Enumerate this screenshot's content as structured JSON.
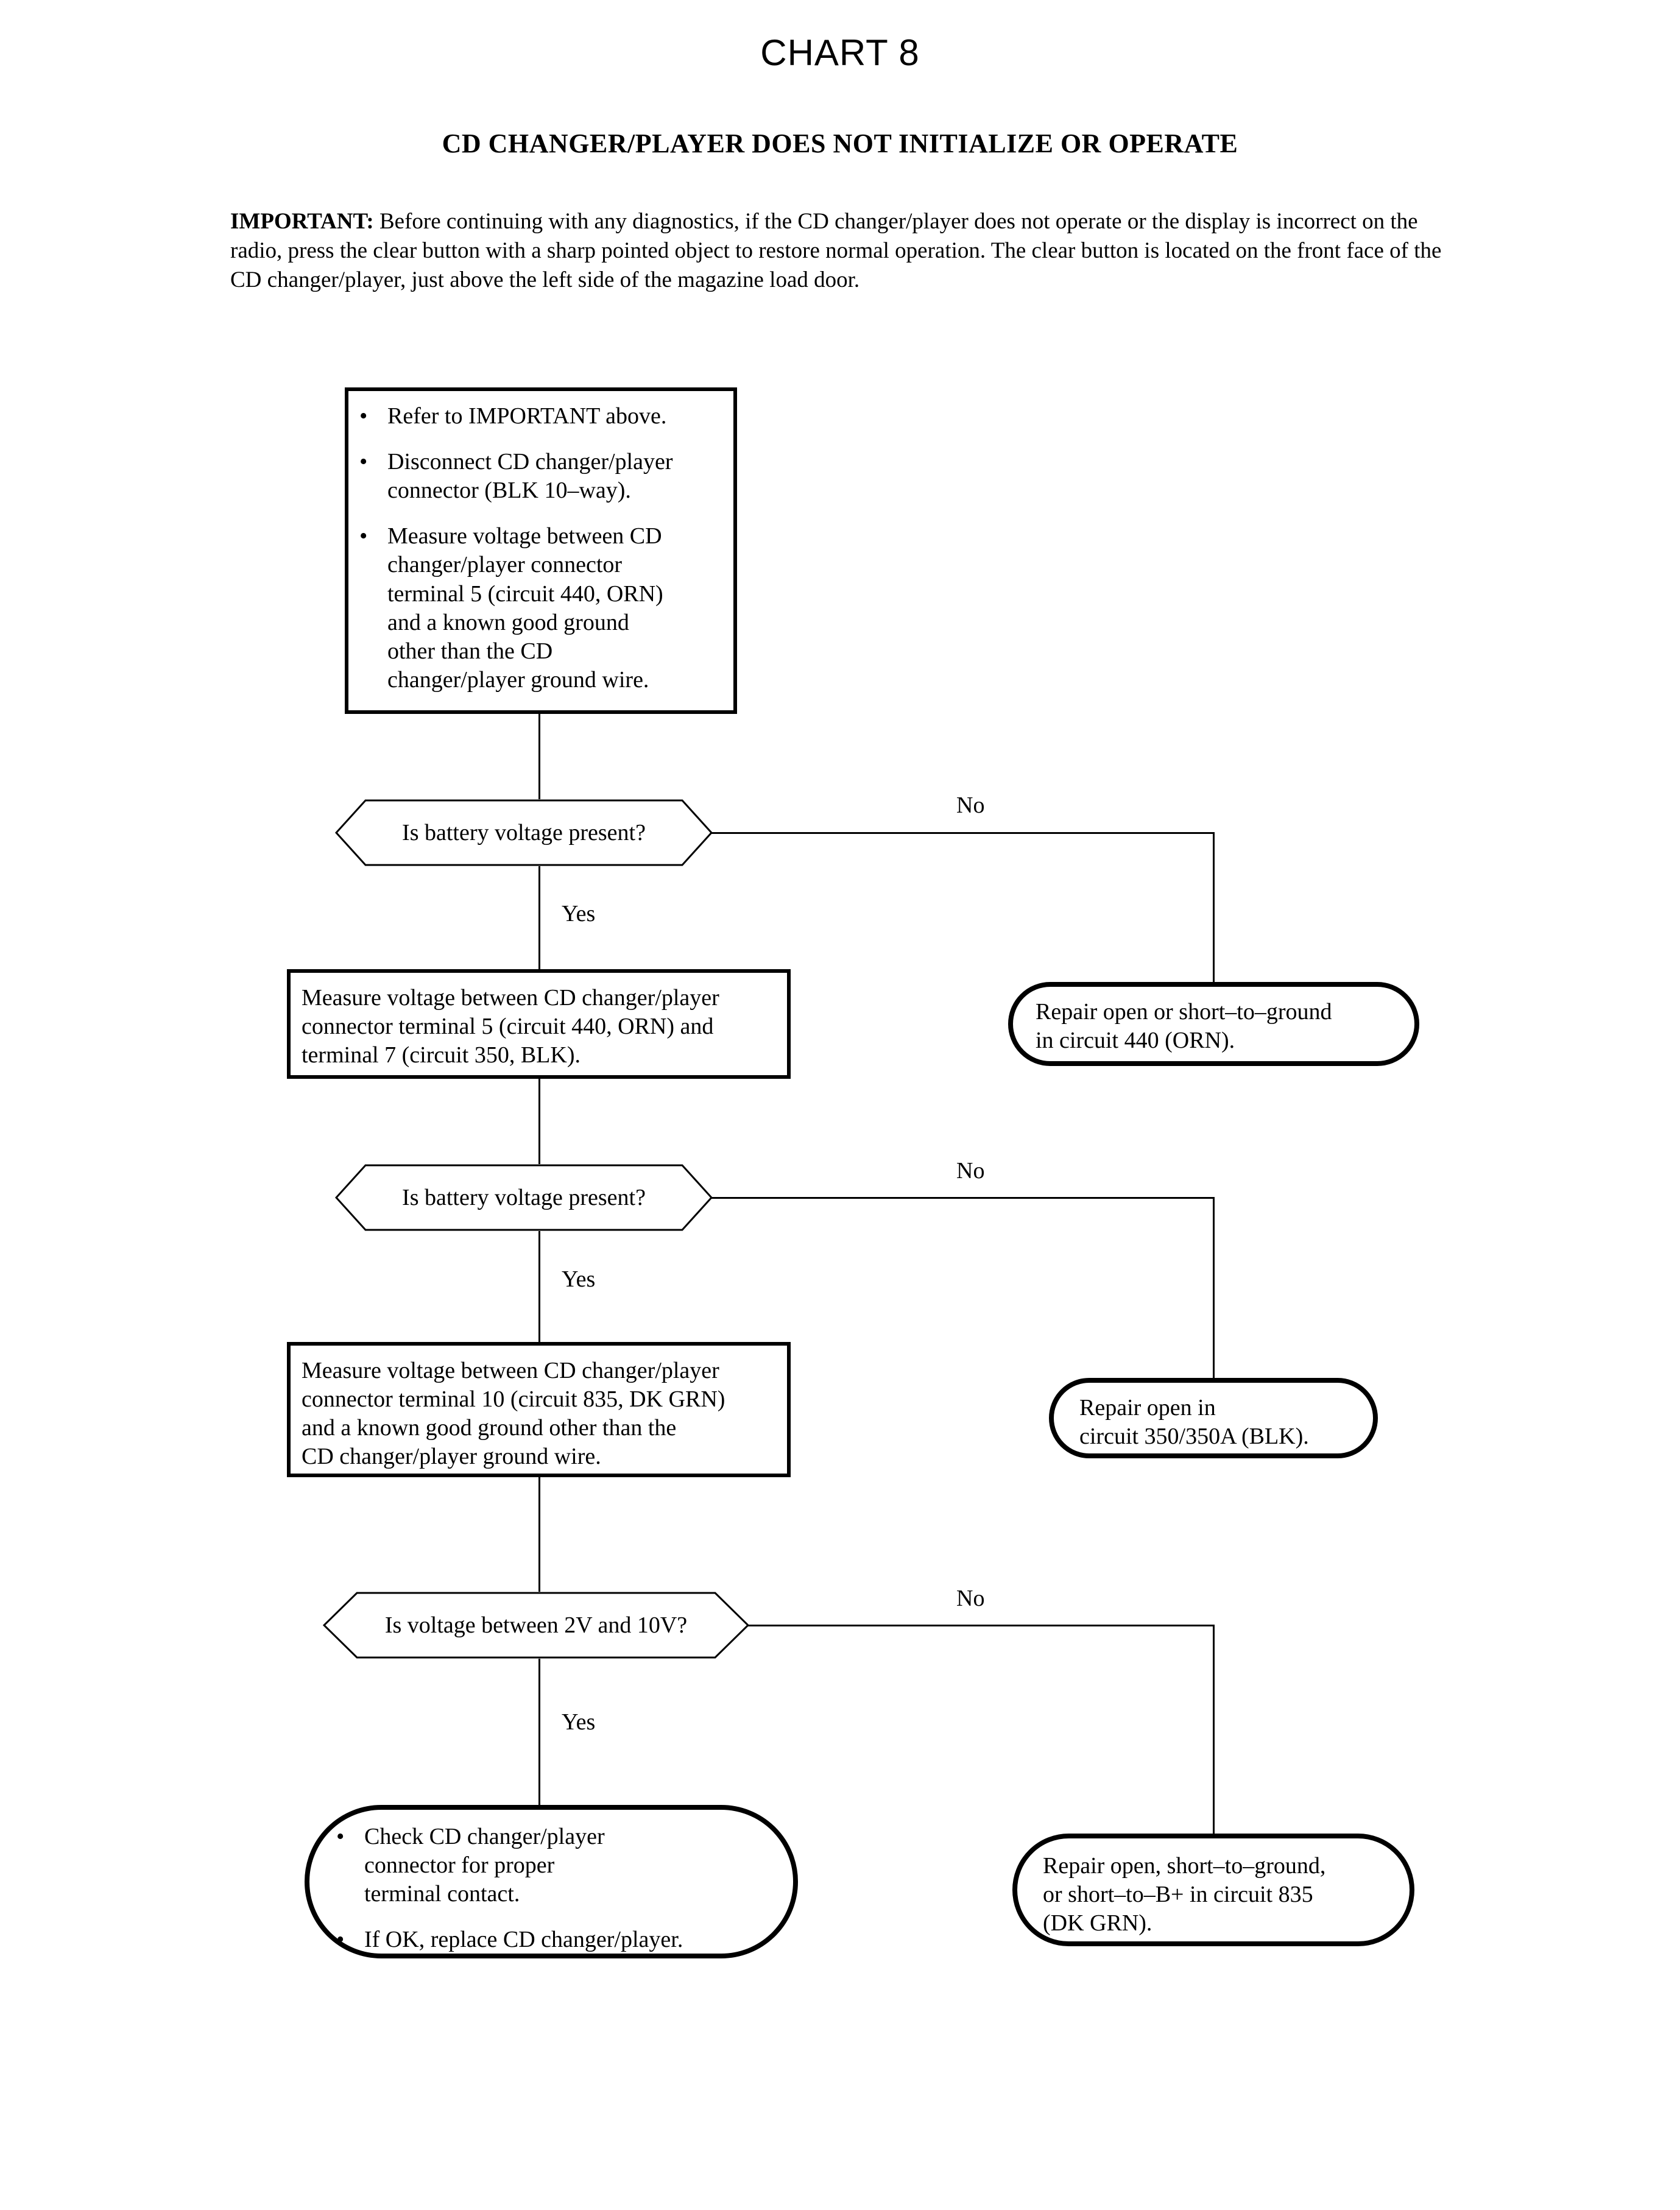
{
  "header": {
    "chart_title": "CHART 8",
    "chart_subtitle": "CD CHANGER/PLAYER DOES NOT INITIALIZE OR OPERATE",
    "important_label": "IMPORTANT:",
    "important_text": " Before continuing with any diagnostics, if the CD changer/player does not operate or the display is incorrect on the radio, press the clear button with a sharp pointed object to restore normal operation. The clear button is located on the front face of the CD changer/player, just above the left side of the magazine load door."
  },
  "flow": {
    "step1": {
      "type": "process",
      "bullets": [
        "Refer to IMPORTANT above.",
        "Disconnect CD changer/player\nconnector (BLK 10–way).",
        "Measure voltage between CD\nchanger/player connector\nterminal 5 (circuit 440, ORN)\nand a known good ground\nother than the CD\nchanger/player ground wire."
      ]
    },
    "decision1": {
      "type": "decision",
      "text": "Is battery voltage present?",
      "yes_label": "Yes",
      "no_label": "No"
    },
    "step2": {
      "type": "process",
      "text": "Measure voltage between CD changer/player\nconnector terminal 5 (circuit 440, ORN) and\nterminal 7 (circuit 350, BLK)."
    },
    "terminal1": {
      "type": "terminal",
      "text": "Repair open or short–to–ground\nin circuit 440 (ORN)."
    },
    "decision2": {
      "type": "decision",
      "text": "Is battery voltage present?",
      "yes_label": "Yes",
      "no_label": "No"
    },
    "step3": {
      "type": "process",
      "text": "Measure voltage between CD changer/player\nconnector terminal 10 (circuit 835, DK GRN)\nand a known good ground other than the\nCD changer/player ground wire."
    },
    "terminal2": {
      "type": "terminal",
      "text": "Repair open in\ncircuit 350/350A (BLK)."
    },
    "decision3": {
      "type": "decision",
      "text": "Is voltage between 2V and 10V?",
      "yes_label": "Yes",
      "no_label": "No"
    },
    "terminal3": {
      "type": "terminal",
      "bullets": [
        "Check CD changer/player\nconnector for proper\nterminal contact.",
        "If OK, replace CD changer/player."
      ]
    },
    "terminal4": {
      "type": "terminal",
      "text": "Repair open, short–to–ground,\nor short–to–B+ in circuit 835\n(DK GRN)."
    }
  },
  "style": {
    "bullet_glyph": "•",
    "line_color": "#000000",
    "page_background": "#ffffff"
  }
}
